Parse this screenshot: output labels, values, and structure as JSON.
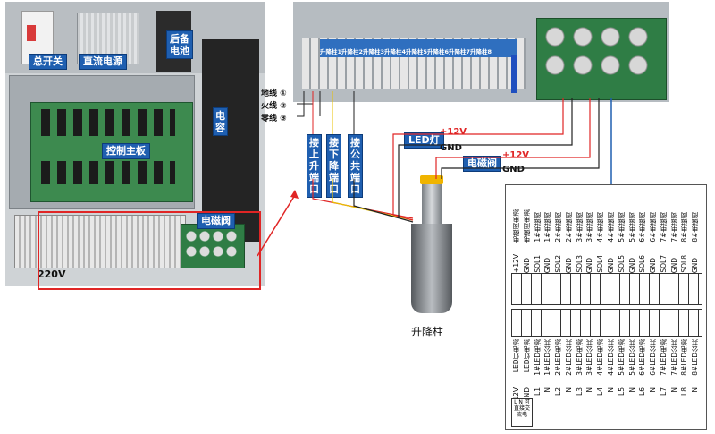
{
  "left_panel": {
    "labels": {
      "main_switch": "总开关",
      "dc_power": "直流电源",
      "backup_battery": "后备电池",
      "capacitor": "电容",
      "control_board": "控制主板",
      "solenoid_valve": "电磁阀",
      "voltage": "220V"
    }
  },
  "terminal_block": {
    "module_labels": [
      "升降柱1",
      "升降柱2",
      "升降柱3",
      "升降柱4",
      "升降柱5",
      "升降柱6",
      "升降柱7",
      "升降柱8"
    ],
    "wires": [
      {
        "label": "地线",
        "marker": "①"
      },
      {
        "label": "火线",
        "marker": "②"
      },
      {
        "label": "零线",
        "marker": "③"
      }
    ],
    "ports": [
      "接上升端口",
      "接下降端口",
      "接公共端口"
    ]
  },
  "bollard": {
    "led_label": "LED灯",
    "led_plus": "+12V",
    "led_gnd": "GND",
    "valve_label": "电磁阀",
    "valve_plus": "+12V",
    "valve_gnd": "GND",
    "name": "升降柱"
  },
  "schematic": {
    "top_pins": [
      {
        "signal": "+12V",
        "desc": "电磁阀电源"
      },
      {
        "signal": "GND",
        "desc": "电磁阀电源"
      },
      {
        "signal": "SOL1",
        "desc": "1#电磁阀"
      },
      {
        "signal": "GND",
        "desc": "1#电磁阀"
      },
      {
        "signal": "SOL2",
        "desc": "2#电磁阀"
      },
      {
        "signal": "GND",
        "desc": "2#电磁阀"
      },
      {
        "signal": "SOL3",
        "desc": "3#电磁阀"
      },
      {
        "signal": "GND",
        "desc": "3#电磁阀"
      },
      {
        "signal": "SOL4",
        "desc": "4#电磁阀"
      },
      {
        "signal": "GND",
        "desc": "4#电磁阀"
      },
      {
        "signal": "SOL5",
        "desc": "5#电磁阀"
      },
      {
        "signal": "GND",
        "desc": "5#电磁阀"
      },
      {
        "signal": "SOL6",
        "desc": "6#电磁阀"
      },
      {
        "signal": "GND",
        "desc": "6#电磁阀"
      },
      {
        "signal": "SOL7",
        "desc": "7#电磁阀"
      },
      {
        "signal": "GND",
        "desc": "7#电磁阀"
      },
      {
        "signal": "SOL8",
        "desc": "8#电磁阀"
      },
      {
        "signal": "GND",
        "desc": "8#电磁阀"
      }
    ],
    "bottom_pins": [
      {
        "signal": "+12V",
        "desc": "LED灯电源"
      },
      {
        "signal": "GND",
        "desc": "LED灯电源"
      },
      {
        "signal": "L1",
        "desc": "1#LED电源"
      },
      {
        "signal": "N",
        "desc": "1#LED公共"
      },
      {
        "signal": "L2",
        "desc": "2#LED电源"
      },
      {
        "signal": "N",
        "desc": "2#LED公共"
      },
      {
        "signal": "L3",
        "desc": "3#LED电源"
      },
      {
        "signal": "N",
        "desc": "3#LED公共"
      },
      {
        "signal": "L4",
        "desc": "4#LED电源"
      },
      {
        "signal": "N",
        "desc": "4#LED公共"
      },
      {
        "signal": "L5",
        "desc": "5#LED电源"
      },
      {
        "signal": "N",
        "desc": "5#LED公共"
      },
      {
        "signal": "L6",
        "desc": "6#LED电源"
      },
      {
        "signal": "N",
        "desc": "6#LED公共"
      },
      {
        "signal": "L7",
        "desc": "7#LED电源"
      },
      {
        "signal": "N",
        "desc": "7#LED公共"
      },
      {
        "signal": "L8",
        "desc": "8#LED电源"
      },
      {
        "signal": "N",
        "desc": "8#LED公共"
      }
    ],
    "ac_note": "L N 可直接交流电"
  }
}
